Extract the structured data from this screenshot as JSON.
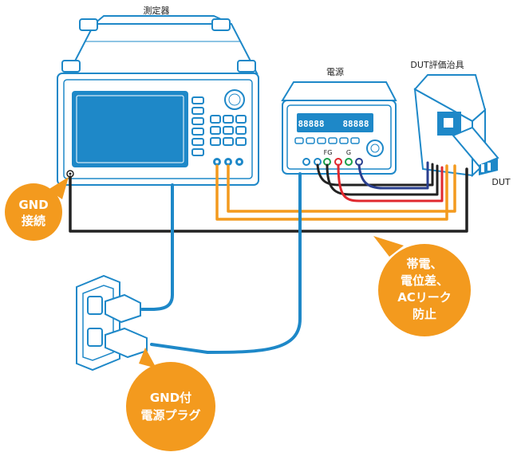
{
  "labels": {
    "meter": "測定器",
    "power_supply": "電源",
    "fixture": "DUT評価治具",
    "dut": "DUT",
    "fg": "FG",
    "g": "G",
    "display_readout_left": "88888",
    "display_readout_right": "88888"
  },
  "callouts": {
    "gnd_connect": [
      "GND",
      "接続"
    ],
    "static": [
      "帯電、",
      "電位差、",
      "ACリーク",
      "防止"
    ],
    "plug": [
      "GND付",
      "電源プラグ"
    ]
  },
  "colors": {
    "outline": "#1e88c8",
    "screen": "#1e88c8",
    "cable_blue": "#1e88c8",
    "cable_orange": "#f39a1e",
    "cable_black": "#222222",
    "cable_red": "#e0282e",
    "cable_navy": "#2a3f8f",
    "callout": "#f39a1e"
  }
}
